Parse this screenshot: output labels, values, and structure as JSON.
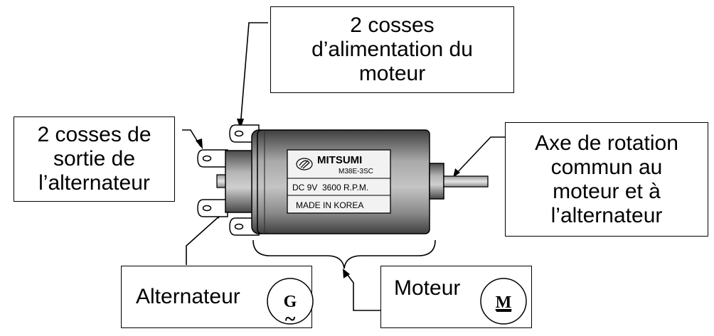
{
  "labels": {
    "power_terminals": [
      "2 cosses",
      "d’alimentation du",
      "moteur"
    ],
    "output_terminals": [
      "2 cosses de",
      "sortie de",
      "l’alternateur"
    ],
    "axis": [
      "Axe de rotation",
      "commun au",
      "moteur et à",
      "l’alternateur"
    ],
    "alternator": "Alternateur",
    "motor": "Moteur"
  },
  "symbols": {
    "generator_letter": "G",
    "generator_tilde": "~",
    "motor_letter": "M"
  },
  "nameplate": {
    "brand": "MITSUMI",
    "model": "M38E-3SC",
    "rating": "DC 9V  3600 R.P.M.",
    "origin": "MADE IN KOREA"
  },
  "colors": {
    "body_dark": "#3f3f3f",
    "body_light": "#a9a9a9",
    "plate": "#f2f2f2",
    "terminal": "#ffffff",
    "outline": "#000000"
  }
}
